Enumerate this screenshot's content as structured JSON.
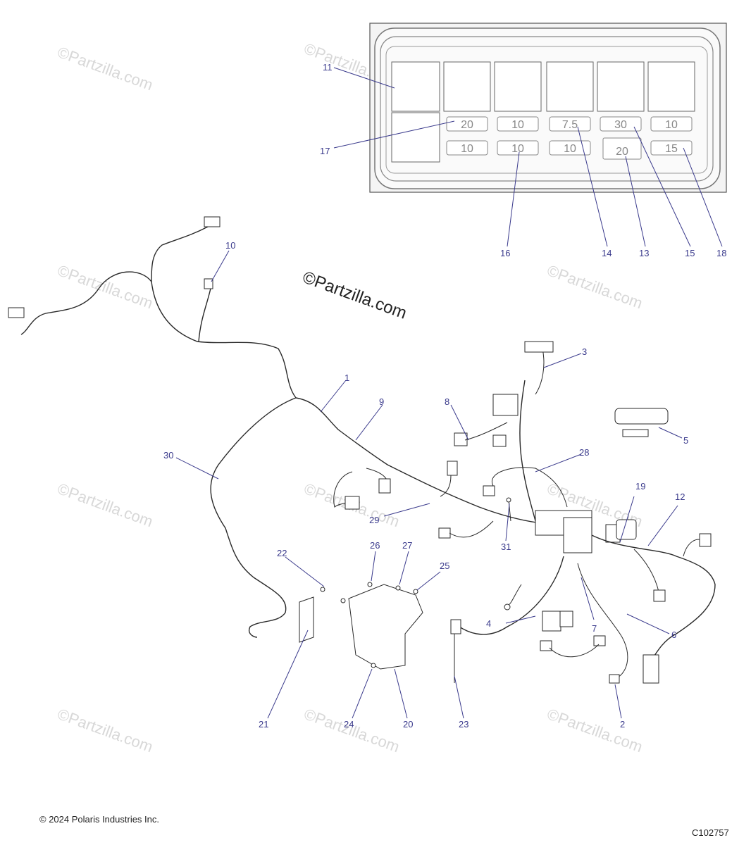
{
  "watermark": "©Partzilla.com",
  "footer": {
    "copyright": "© 2024 Polaris Industries Inc.",
    "code": "C102757"
  },
  "fuses": [
    {
      "row": 1,
      "col": 1,
      "value": "20"
    },
    {
      "row": 1,
      "col": 2,
      "value": "10"
    },
    {
      "row": 1,
      "col": 3,
      "value": "7.5"
    },
    {
      "row": 1,
      "col": 4,
      "value": "30"
    },
    {
      "row": 1,
      "col": 5,
      "value": "10"
    },
    {
      "row": 2,
      "col": 1,
      "value": "10"
    },
    {
      "row": 2,
      "col": 2,
      "value": "10"
    },
    {
      "row": 2,
      "col": 3,
      "value": "10"
    },
    {
      "row": 2,
      "col": 4,
      "value": "20"
    },
    {
      "row": 2,
      "col": 5,
      "value": "15"
    }
  ],
  "callouts": [
    {
      "id": "1",
      "label": "1"
    },
    {
      "id": "2",
      "label": "2"
    },
    {
      "id": "3",
      "label": "3"
    },
    {
      "id": "4",
      "label": "4"
    },
    {
      "id": "5",
      "label": "5"
    },
    {
      "id": "6",
      "label": "6"
    },
    {
      "id": "7",
      "label": "7"
    },
    {
      "id": "8",
      "label": "8"
    },
    {
      "id": "9",
      "label": "9"
    },
    {
      "id": "10",
      "label": "10"
    },
    {
      "id": "11",
      "label": "11"
    },
    {
      "id": "12",
      "label": "12"
    },
    {
      "id": "13",
      "label": "13"
    },
    {
      "id": "14",
      "label": "14"
    },
    {
      "id": "15",
      "label": "15"
    },
    {
      "id": "16",
      "label": "16"
    },
    {
      "id": "17",
      "label": "17"
    },
    {
      "id": "18",
      "label": "18"
    },
    {
      "id": "19",
      "label": "19"
    },
    {
      "id": "20",
      "label": "20"
    },
    {
      "id": "21",
      "label": "21"
    },
    {
      "id": "22",
      "label": "22"
    },
    {
      "id": "23",
      "label": "23"
    },
    {
      "id": "24",
      "label": "24"
    },
    {
      "id": "25",
      "label": "25"
    },
    {
      "id": "26",
      "label": "26"
    },
    {
      "id": "27",
      "label": "27"
    },
    {
      "id": "28",
      "label": "28"
    },
    {
      "id": "29",
      "label": "29"
    },
    {
      "id": "30",
      "label": "30"
    },
    {
      "id": "31",
      "label": "31"
    }
  ]
}
